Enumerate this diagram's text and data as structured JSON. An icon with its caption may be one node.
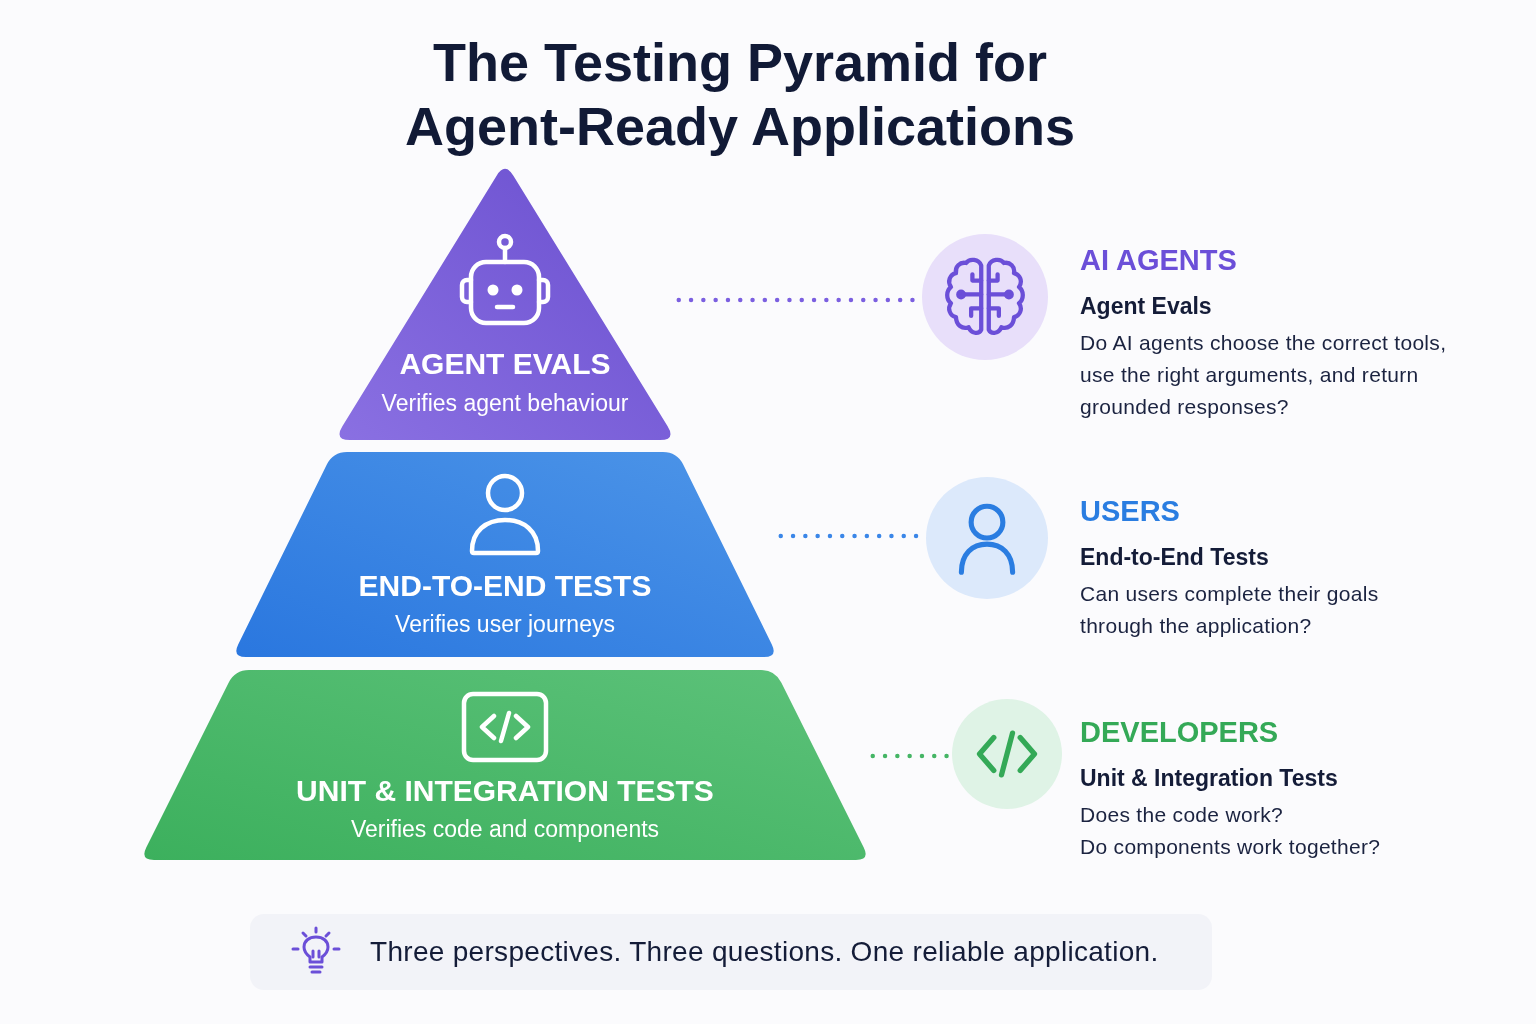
{
  "diagram": {
    "title": "The Testing Pyramid for Agent-Ready Applications",
    "nodes": [
      {
        "text": [
          "AGENT EVALS",
          "Verifies agent behaviour"
        ]
      },
      {
        "text": [
          "END-TO-END TESTS",
          "Verifies user journeys"
        ]
      },
      {
        "text": [
          "UNIT & INTEGRATION TESTS",
          "Verifies code and components"
        ]
      },
      {
        "text": [],
        "shape": "circle",
        "beside": [
          "AI AGENTS",
          "Agent Evals",
          "Do AI agents choose the correct tools, use the right arguments, and return grounded responses?"
        ]
      },
      {
        "text": [],
        "shape": "circle",
        "beside": [
          "USERS",
          "End-to-End Tests",
          "Can users complete their goals through the application?"
        ]
      },
      {
        "text": [],
        "shape": "circle",
        "beside": [
          "DEVELOPERS",
          "Unit & Integration Tests",
          "Does the code work?",
          "Do components work together?"
        ]
      },
      {
        "text": [
          "Three perspectives. Three questions. One reliable application."
        ]
      }
    ],
    "edges": [
      {
        "from": 0,
        "to": 3,
        "arrow": "none",
        "style": "dashed",
        "color": "#7b5fe0"
      },
      {
        "from": 1,
        "to": 4,
        "arrow": "none",
        "style": "dashed",
        "color": "#3a86e8"
      },
      {
        "from": 2,
        "to": 5,
        "arrow": "none",
        "style": "dashed",
        "color": "#45b565"
      }
    ]
  }
}
